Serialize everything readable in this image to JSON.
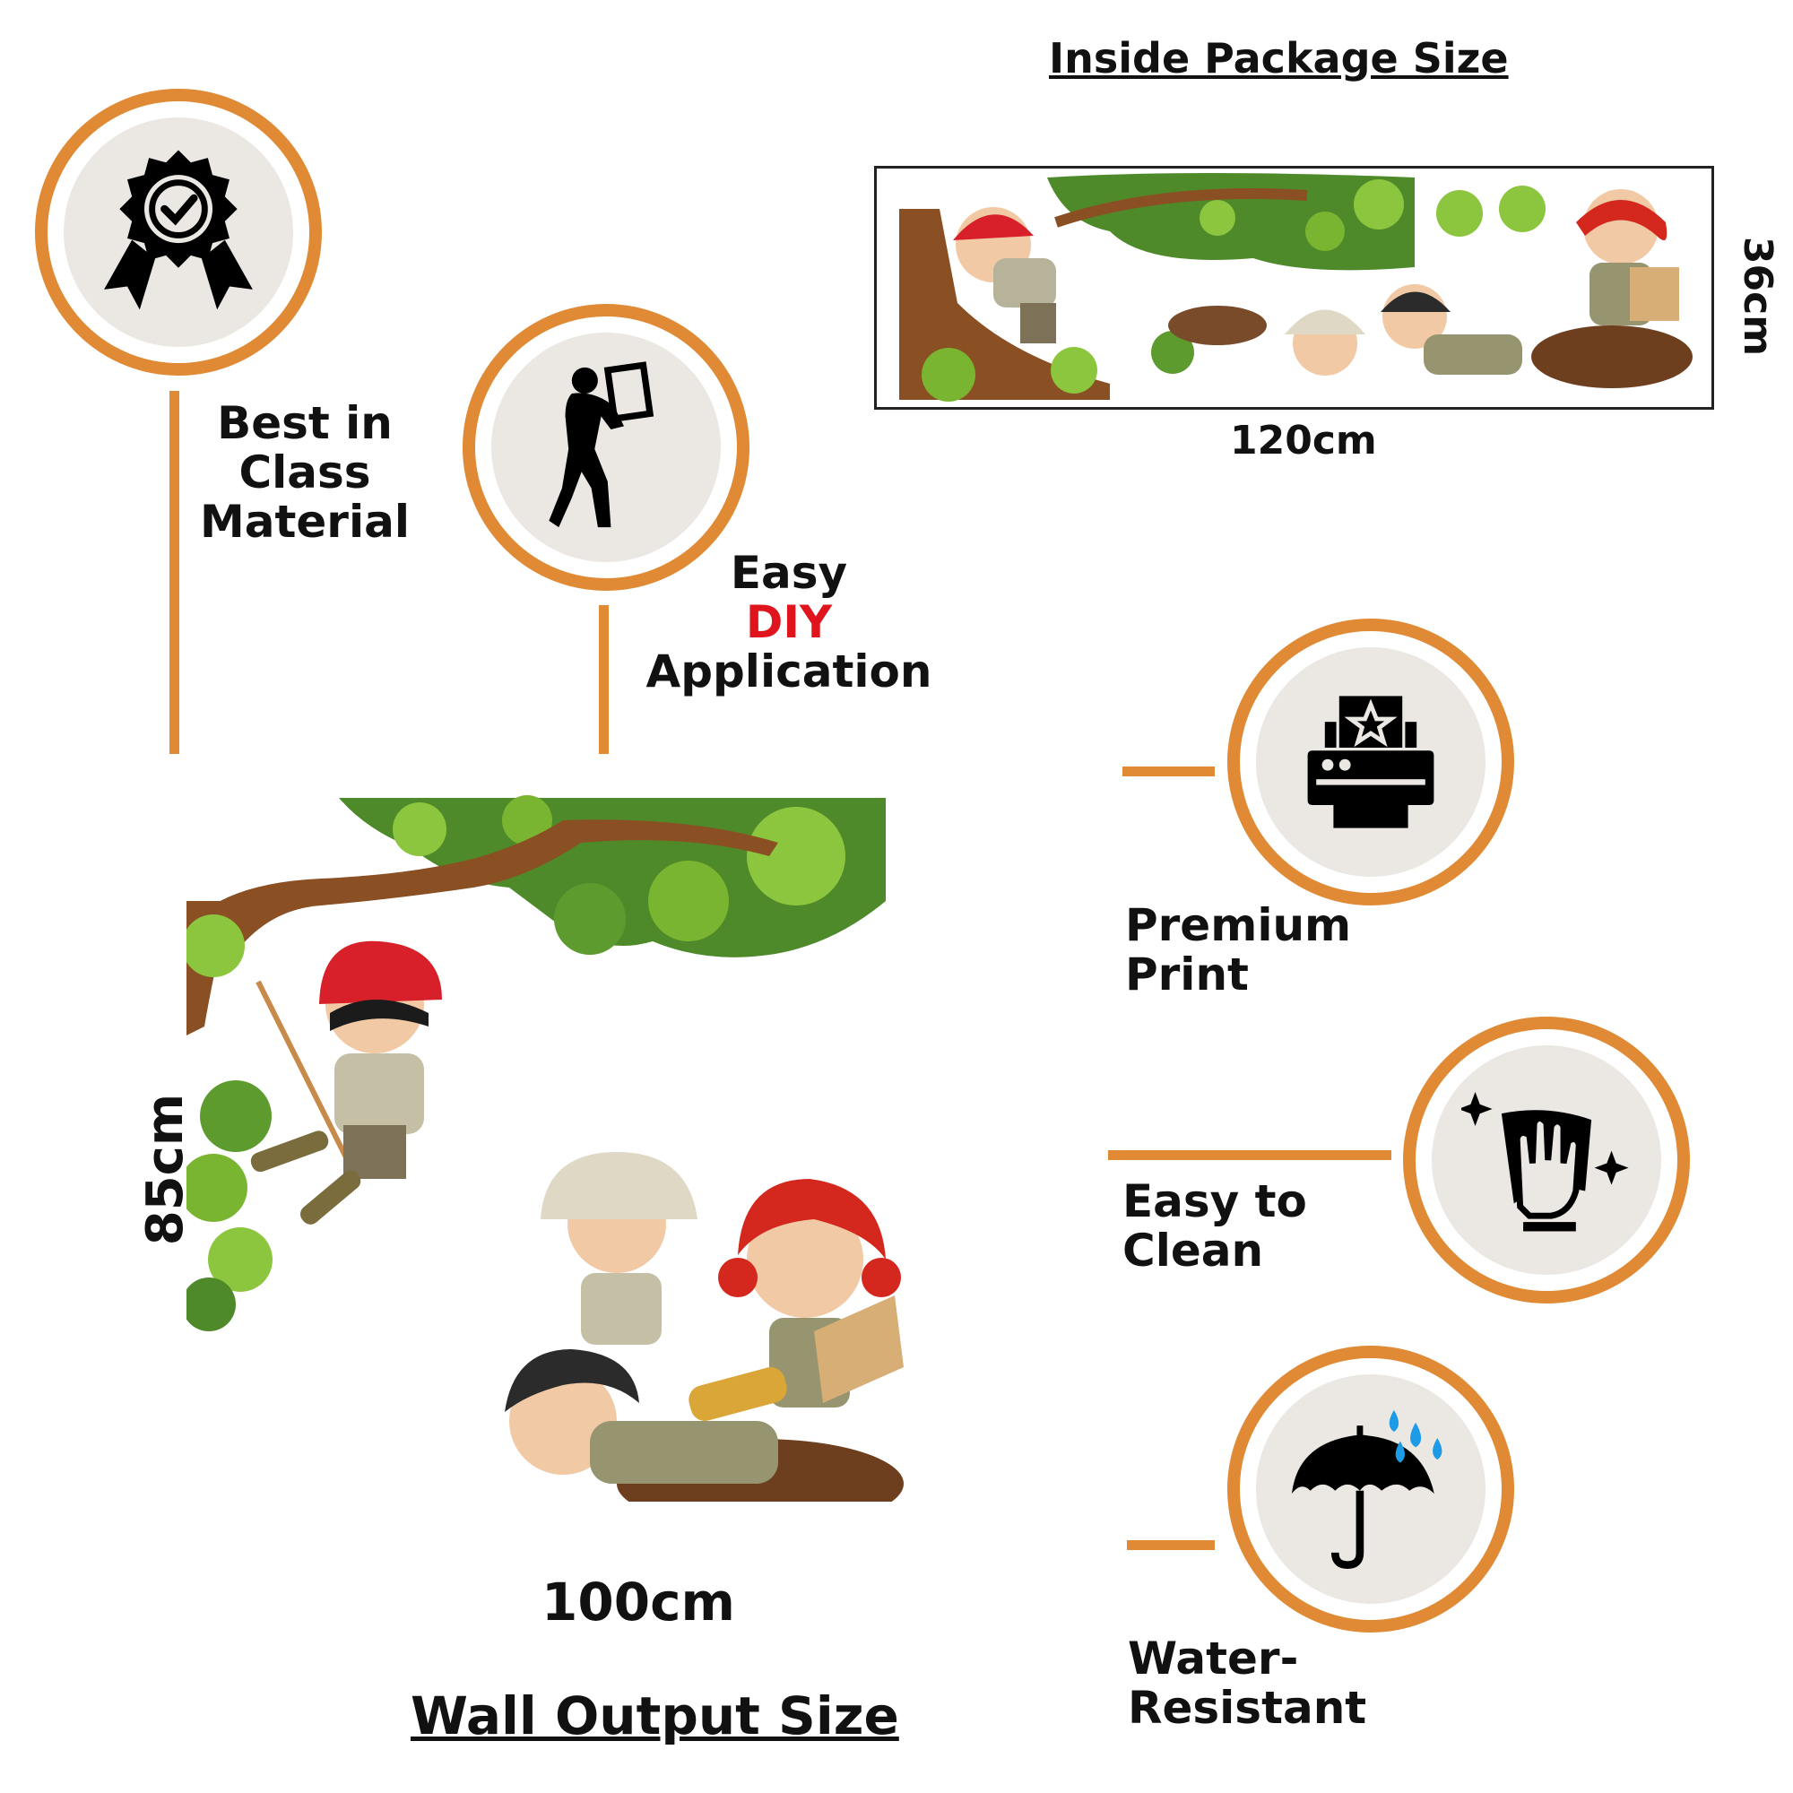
{
  "package": {
    "title": "Inside Package Size",
    "width_label": "120cm",
    "height_label": "36cm"
  },
  "wall": {
    "title": "Wall Output Size",
    "width_label": "100cm",
    "height_label": "85cm"
  },
  "features": {
    "material": {
      "line1": "Best in",
      "line2": "Class",
      "line3": "Material",
      "icon": "award-badge-icon"
    },
    "diy": {
      "line1": "Easy",
      "line2": "DIY",
      "line3": "Application",
      "icon": "person-carrying-sheet-icon"
    },
    "print": {
      "line1": "Premium",
      "line2": "Print",
      "icon": "printer-icon"
    },
    "clean": {
      "line1": "Easy to",
      "line2": "Clean",
      "icon": "hand-wiping-icon"
    },
    "water": {
      "line1": "Water-",
      "line2": "Resistant",
      "icon": "umbrella-rain-icon"
    }
  },
  "colors": {
    "accent": "#e08a35",
    "highlight": "#e0141c",
    "badge_fill": "#ebe8e3",
    "rain": "#1e9be6"
  }
}
